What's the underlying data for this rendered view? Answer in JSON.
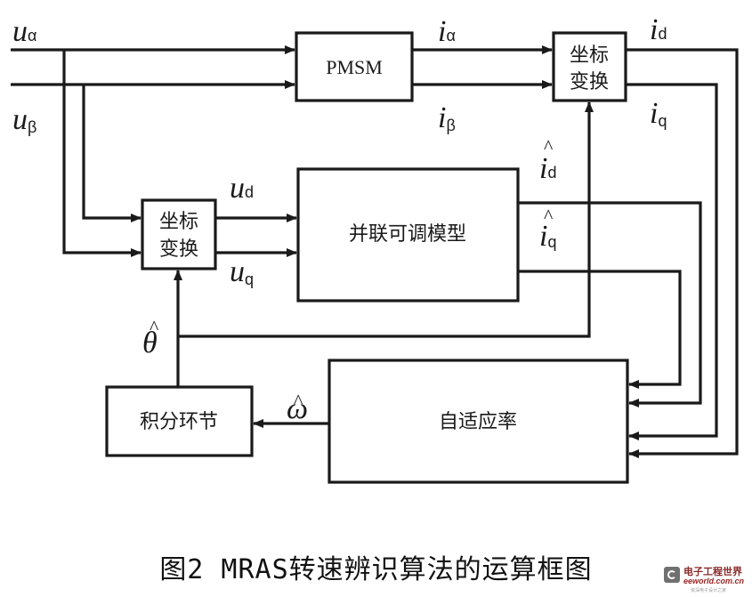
{
  "figure": {
    "caption": "图2   MRAS转速辨识算法的运算框图",
    "blocks": {
      "pmsm": "PMSM",
      "coord_transform_top": [
        "坐标",
        "变换"
      ],
      "coord_transform_bottom": [
        "坐标",
        "变换"
      ],
      "parallel_model": "并联可调模型",
      "adaptive_law": "自适应率",
      "integrator": "积分环节"
    },
    "signals": {
      "u_alpha": {
        "base": "u",
        "sub": "α"
      },
      "u_beta": {
        "base": "u",
        "sub": "β"
      },
      "i_alpha": {
        "base": "i",
        "sub": "α"
      },
      "i_beta": {
        "base": "i",
        "sub": "β"
      },
      "i_d": {
        "base": "i",
        "sub": "d"
      },
      "i_q": {
        "base": "i",
        "sub": "q"
      },
      "u_d": {
        "base": "u",
        "sub": "d"
      },
      "u_q": {
        "base": "u",
        "sub": "q"
      },
      "i_d_hat": {
        "base": "i",
        "sub": "d",
        "hat": "^"
      },
      "i_q_hat": {
        "base": "i",
        "sub": "q",
        "hat": "^"
      },
      "theta_hat": {
        "base": "θ",
        "hat": "^"
      },
      "omega_hat": {
        "base": "ω",
        "hat": "^"
      }
    }
  },
  "watermark": {
    "name_cn": "电子工程世界",
    "site": "eeworld.com.cn",
    "tagline": "资深电子设计之家"
  }
}
